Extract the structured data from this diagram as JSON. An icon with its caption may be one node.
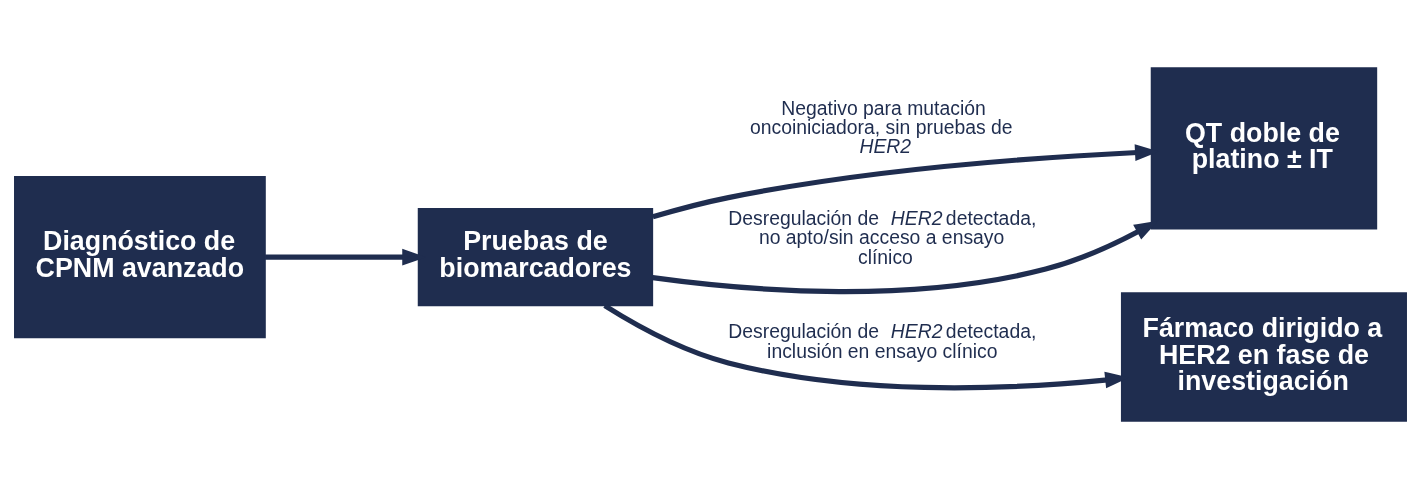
{
  "diagram": {
    "nodes": [
      {
        "text": [
          "Diagnóstico de CPNM avanzado"
        ]
      },
      {
        "text": [
          "Pruebas de biomarcadores"
        ]
      },
      {
        "text": [
          "QT doble de platino ± IT"
        ]
      },
      {
        "text": [
          "Fármaco dirigido a HER2 en fase de investigación"
        ]
      }
    ],
    "edges": [
      {
        "from": 0,
        "to": 1,
        "arrow": "to"
      },
      {
        "from": 1,
        "to": 2,
        "arrow": "to",
        "label": "Negativo para mutación oncoiniciadora, sin pruebas de *HER2*"
      },
      {
        "from": 1,
        "to": 2,
        "arrow": "to",
        "label": "Desregulación de *HER2* detectada, no apto/sin acceso a ensayo clínico"
      },
      {
        "from": 1,
        "to": 3,
        "arrow": "to",
        "label": "Desregulación de *HER2* detectada, inclusión en ensayo clínico"
      }
    ]
  }
}
